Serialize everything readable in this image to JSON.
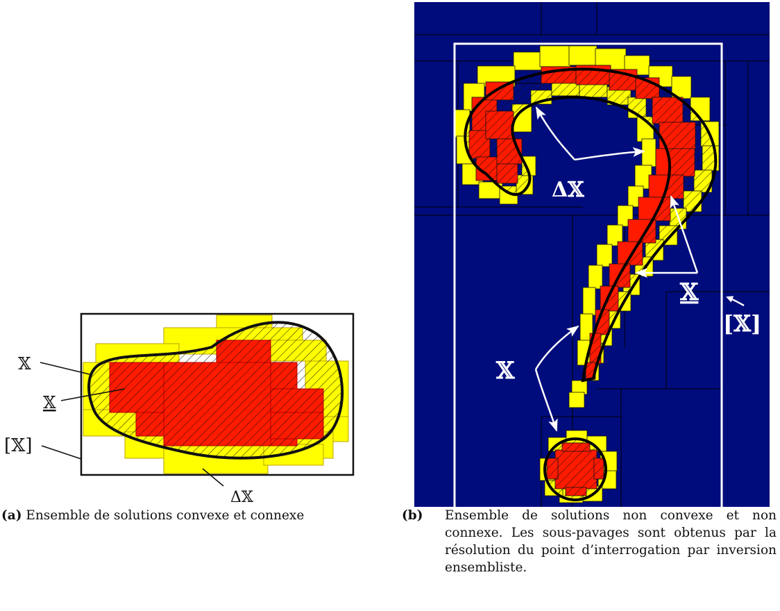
{
  "panel_a": {
    "label_x": "𝕏",
    "label_x_inner": "𝕏",
    "label_x_box": "[𝕏]",
    "label_delta": "Δ𝕏",
    "caption_tag": "(a)",
    "caption_text": "Ensemble de solutions convexe et connexe"
  },
  "panel_b": {
    "label_delta": "Δ𝕏",
    "label_x": "𝕏",
    "label_x_inner": "𝕏",
    "label_x_box": "[𝕏]",
    "caption_tag": "(b)",
    "caption_text": "Ensemble de solutions non convexe et non connexe. Les sous-pavages sont obtenus par la résolution du point d’interrogation par inversion ensembliste."
  },
  "colors": {
    "inner": "#ff1a00",
    "boundary": "#ffff00",
    "outside": "#000c7c",
    "stroke": "#111111",
    "arrow": "#ffffff"
  }
}
